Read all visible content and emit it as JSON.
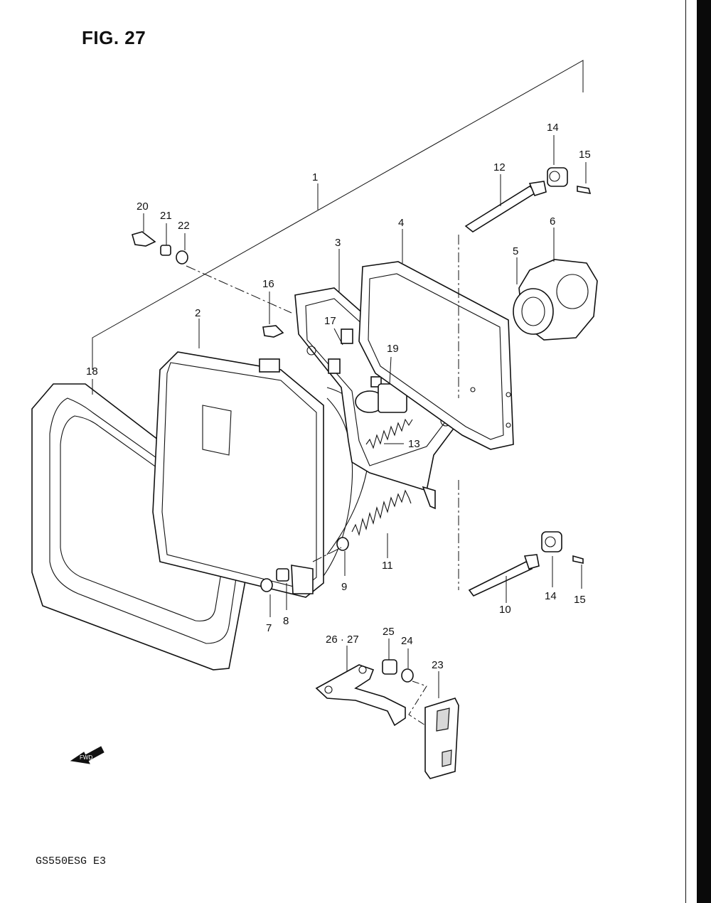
{
  "figure": {
    "title": "FIG. 27",
    "model_code": "GS550ESG  E3"
  },
  "fwd_arrow_label": "FWD",
  "callouts": {
    "c1": "1",
    "c2": "2",
    "c3": "3",
    "c4": "4",
    "c5": "5",
    "c6": "6",
    "c7": "7",
    "c8": "8",
    "c9": "9",
    "c10": "10",
    "c11": "11",
    "c12": "12",
    "c13": "13",
    "c14a": "14",
    "c14b": "14",
    "c15a": "15",
    "c15b": "15",
    "c16": "16",
    "c17": "17",
    "c18": "18",
    "c19": "19",
    "c20": "20",
    "c21": "21",
    "c22": "22",
    "c23": "23",
    "c24": "24",
    "c25": "25",
    "c2627": "26 · 27"
  }
}
